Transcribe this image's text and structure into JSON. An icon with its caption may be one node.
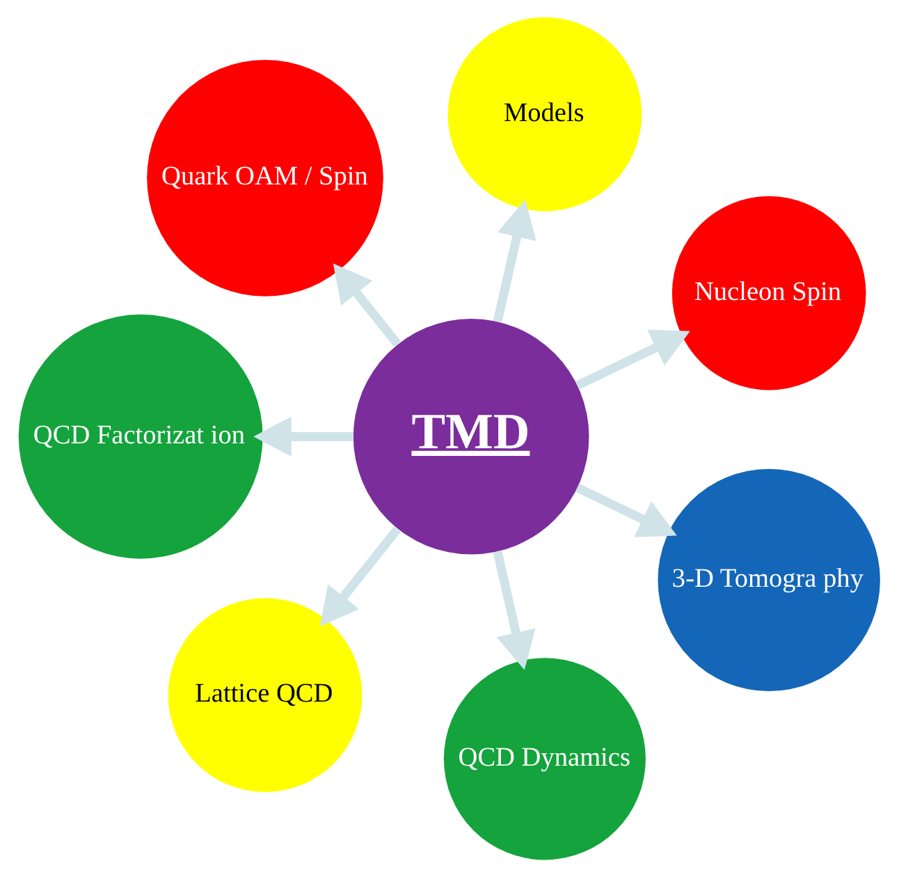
{
  "diagram": {
    "nodes": [
      {
        "text": [
          "TMD"
        ]
      },
      {
        "text": [
          "Nucleon Spin"
        ]
      },
      {
        "text": [
          "Models"
        ]
      },
      {
        "text": [
          "Quark OAM / Spin"
        ]
      },
      {
        "text": [
          "QCD Factorizat ion"
        ]
      },
      {
        "text": [
          "Lattice QCD"
        ]
      },
      {
        "text": [
          "QCD Dynamics"
        ]
      },
      {
        "text": [
          "3-D Tomogra phy"
        ]
      }
    ],
    "edges": [
      {
        "from": 0,
        "to": 1,
        "arrow": "to"
      },
      {
        "from": 0,
        "to": 2,
        "arrow": "to"
      },
      {
        "from": 0,
        "to": 3,
        "arrow": "to"
      },
      {
        "from": 0,
        "to": 4,
        "arrow": "to"
      },
      {
        "from": 0,
        "to": 5,
        "arrow": "to"
      },
      {
        "from": 0,
        "to": 6,
        "arrow": "to"
      },
      {
        "from": 0,
        "to": 7,
        "arrow": "to"
      }
    ]
  }
}
